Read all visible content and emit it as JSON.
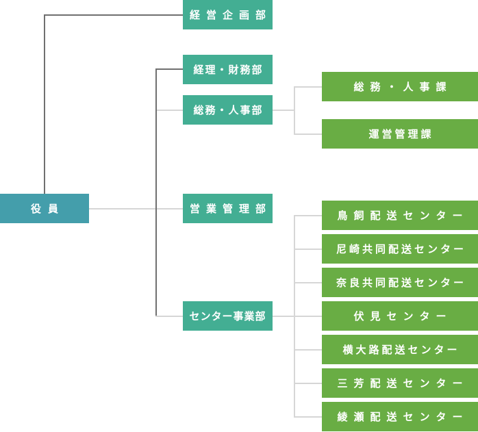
{
  "org_chart": {
    "executive": {
      "label": "役員",
      "color": "#449eab"
    },
    "departments": [
      {
        "label": "経営企画部",
        "color": "#43ae93"
      },
      {
        "label": "経理・財務部",
        "color": "#43ae93"
      },
      {
        "label": "総務・人事部",
        "color": "#43ae93",
        "sections": [
          "総務・人事課",
          "運営管理課"
        ]
      },
      {
        "label": "営業管理部",
        "color": "#43ae93"
      },
      {
        "label": "センター事業部",
        "color": "#43ae93",
        "sections": [
          "鳥飼配送センター",
          "尼崎共同配送センター",
          "奈良共同配送センター",
          "伏見センター",
          "横大路配送センター",
          "三芳配送センター",
          "綾瀬配送センター"
        ]
      }
    ],
    "section_color": "#69ad44",
    "line_colors": {
      "primary": "#6f6f6f",
      "secondary": "#d6d6d6"
    }
  }
}
